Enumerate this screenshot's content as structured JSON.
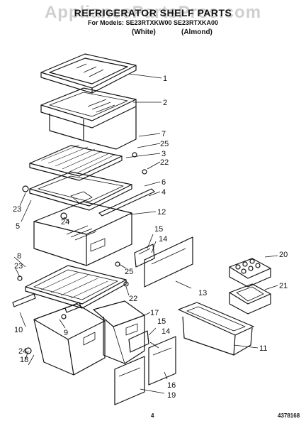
{
  "watermark": "AppliancePartsPros.com",
  "title": "REFRIGERATOR SHELF PARTS",
  "subtitle": "For Models: SE23RTXKW00 SE23RTXKA00",
  "variants": [
    "(White)",
    "(Almond)"
  ],
  "callouts": [
    "1",
    "2",
    "7",
    "25",
    "3",
    "22",
    "6",
    "4",
    "12",
    "23",
    "5",
    "24",
    "15",
    "14",
    "8",
    "23",
    "25",
    "22",
    "13",
    "20",
    "21",
    "9",
    "17",
    "15",
    "14",
    "24",
    "18",
    "10",
    "11",
    "16",
    "19"
  ],
  "footer": {
    "page_number": "4",
    "doc_number": "4378168"
  }
}
